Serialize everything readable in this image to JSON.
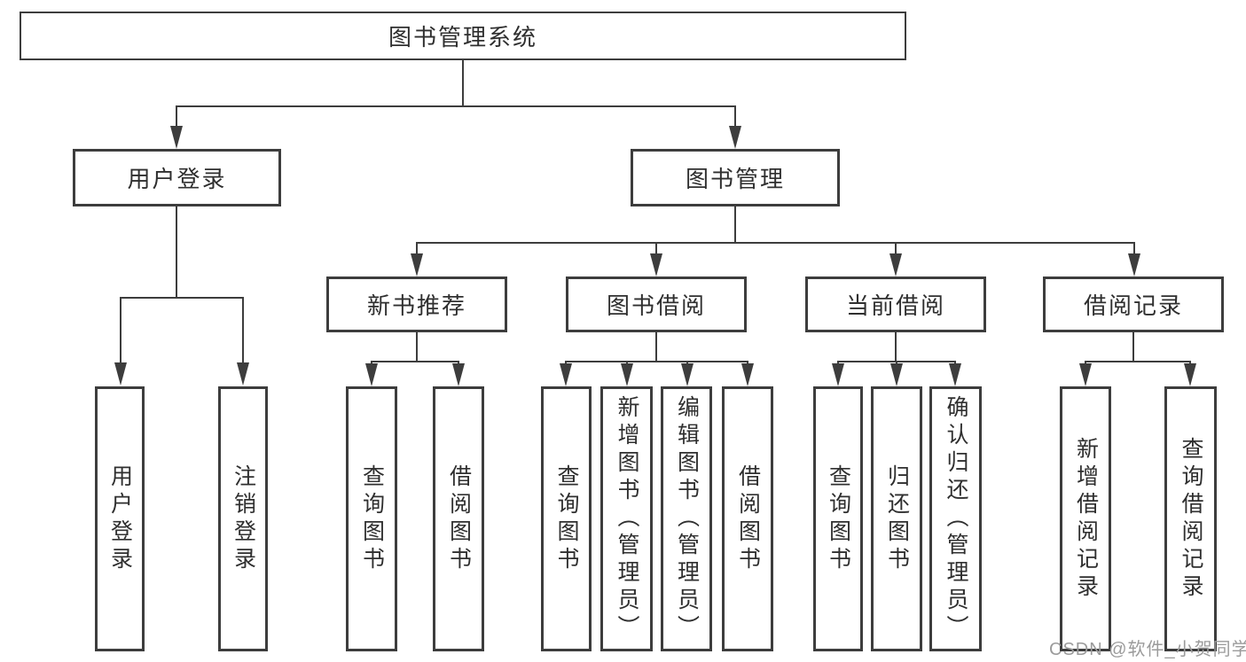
{
  "tree": {
    "root": {
      "label": "图书管理系统"
    },
    "branches": [
      {
        "label": "用户登录",
        "children": [
          {
            "label": "用户登录"
          },
          {
            "label": "注销登录"
          }
        ]
      },
      {
        "label": "图书管理",
        "children": [
          {
            "label": "新书推荐",
            "children": [
              {
                "label": "查询图书"
              },
              {
                "label": "借阅图书"
              }
            ]
          },
          {
            "label": "图书借阅",
            "children": [
              {
                "label": "查询图书"
              },
              {
                "label": "新增图书（管理员）"
              },
              {
                "label": "编辑图书（管理员）"
              },
              {
                "label": "借阅图书"
              }
            ]
          },
          {
            "label": "当前借阅",
            "children": [
              {
                "label": "查询图书"
              },
              {
                "label": "归还图书"
              },
              {
                "label": "确认归还（管理员）"
              }
            ]
          },
          {
            "label": "借阅记录",
            "children": [
              {
                "label": "新增借阅记录"
              },
              {
                "label": "查询借阅记录"
              }
            ]
          }
        ]
      }
    ]
  },
  "watermark": {
    "text": "CSDN @软件_小贺同学"
  },
  "colors": {
    "line": "#3d3d3d",
    "background": "#ffffff",
    "text": "#2f2f2f",
    "watermark": "#9b9b9b"
  }
}
